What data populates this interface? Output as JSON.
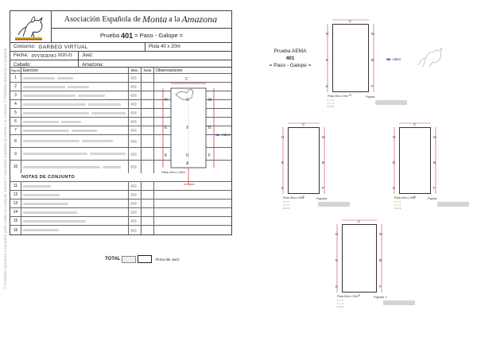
{
  "watermark": "© Prohibido reproducir o compartir parte o todo en cualquier soporte © Asociación Española de Monta a la Amazona © Prohibido reproducir o compartir",
  "header": {
    "assoc_pre": "Asociación Española de",
    "assoc_script1": "Monta",
    "assoc_mid": "a la",
    "assoc_script2": "Amazona",
    "prueba_pre": "Prueba",
    "prueba_num": "401",
    "prueba_post": "= Paso - Galope =",
    "concurso_label": "Concurso:",
    "concurso_value": "GARBEO VIRTUAL",
    "pista_label": "Pista 40 x 20m",
    "fecha_label": "Fecha:",
    "fecha_value": "INVIERNO",
    "fecha_season": "2020-21",
    "juez_label": "Juez:",
    "caballo_label": "Caballo:",
    "amazona_label": "Amazona:"
  },
  "table": {
    "headers": {
      "fig": "Figura",
      "ejercicio": "Ejercicio",
      "max": "Máx.",
      "nota": "Nota",
      "obs": "Observaciones"
    },
    "rows": [
      "1",
      "2",
      "3",
      "4",
      "5",
      "6",
      "7",
      "8",
      "9",
      "10"
    ],
    "conjunto_label": "NOTAS DE CONJUNTO",
    "conjunto_rows": [
      "11",
      "12",
      "13",
      "14",
      "15",
      "16"
    ],
    "total_label": "TOTAL",
    "firma_label": "Firma del Juez:"
  },
  "main_arena": {
    "letters_top": "C",
    "letter_g": "G",
    "letter_x": "X",
    "letter_d": "D",
    "letters_left": [
      "H",
      "E",
      "K"
    ],
    "letters_right": [
      "M",
      "B",
      "F"
    ],
    "letter_bottom": "A",
    "pista_label": "Pista 40m x 20m",
    "video_label": "video",
    "entrada_label": "entrada"
  },
  "right_panel": {
    "title_line1": "Prueba AEMA",
    "title_line2": "401",
    "title_line3": "= Paso - Galope =",
    "pista_label": "Pista 40m x 20m",
    "figura_label": "Figura",
    "figuras_label": "Figuras",
    "figuras7_label": "Figuras 7",
    "video_label": "video",
    "arena_letters": {
      "top": "C",
      "left": [
        "H",
        "E",
        "K"
      ],
      "right": [
        "M",
        "B",
        "F"
      ],
      "bottom": "A"
    }
  },
  "colors": {
    "accent_red": "#c23a3a",
    "border": "#444444",
    "track_red": "#d04040"
  }
}
